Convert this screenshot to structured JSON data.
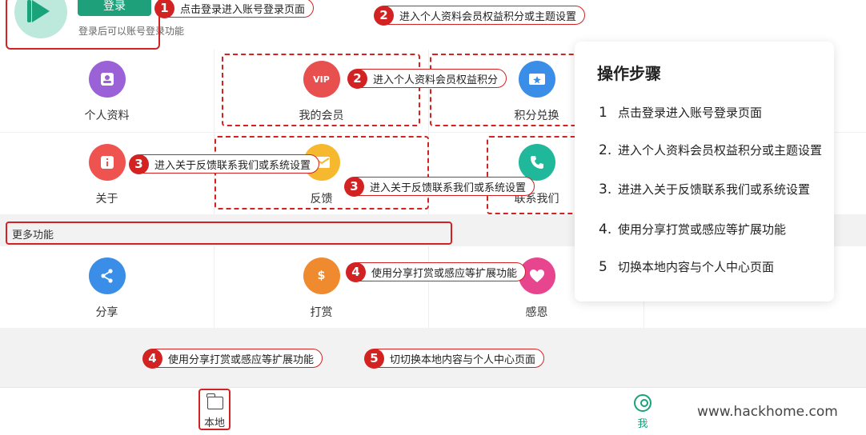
{
  "header": {
    "login_button": "登录",
    "login_hint": "登录后可以账号登录功能"
  },
  "grid": {
    "row1": [
      {
        "label": "个人资料",
        "icon": "profile-icon",
        "color": "#9a62d6"
      },
      {
        "label": "我的会员",
        "icon": "vip-icon",
        "color": "#e84f4f"
      },
      {
        "label": "积分兑换",
        "icon": "ticket-icon",
        "color": "#3b8ee8"
      }
    ],
    "row2": [
      {
        "label": "关于",
        "icon": "info-icon",
        "color": "#ef5350"
      },
      {
        "label": "反馈",
        "icon": "mail-icon",
        "color": "#f5b82e"
      },
      {
        "label": "联系我们",
        "icon": "phone-icon",
        "color": "#1fb89a"
      }
    ],
    "more_title": "更多功能",
    "row3": [
      {
        "label": "分享",
        "icon": "share-icon",
        "color": "#3b8ee8"
      },
      {
        "label": "打赏",
        "icon": "money-bag-icon",
        "color": "#f08a2e"
      },
      {
        "label": "感恩",
        "icon": "heart-icon",
        "color": "#e8458f"
      }
    ]
  },
  "bottom_nav": {
    "local": "本地",
    "me": "我"
  },
  "watermark": "www.hackhome.com",
  "callouts": {
    "c1": {
      "num": "1",
      "text": "点击登录进入账号登录页面"
    },
    "c2a": {
      "num": "2",
      "text": "进入个人资料会员权益积分或主题设置"
    },
    "c2b": {
      "num": "2",
      "text": "进入个人资料会员权益积分"
    },
    "c3a": {
      "num": "3",
      "text": "进入关于反馈联系我们或系统设置"
    },
    "c3b": {
      "num": "3",
      "text": "进入关于反馈联系我们或系统设置"
    },
    "c4a": {
      "num": "4",
      "text": "使用分享打赏或感应等扩展功能"
    },
    "c4b": {
      "num": "4",
      "text": "使用分享打赏或感应等扩展功能"
    },
    "c5": {
      "num": "5",
      "text": "切切换本地内容与个人中心页面"
    }
  },
  "steps": {
    "title": "操作步骤",
    "items": [
      {
        "n": "1",
        "text": "点击登录进入账号登录页面"
      },
      {
        "n": "2.",
        "text": "进入个人资料会员权益积分或主题设置"
      },
      {
        "n": "3.",
        "text": "进进入关于反馈联系我们或系统设置"
      },
      {
        "n": "4.",
        "text": "使用分享打赏或感应等扩展功能"
      },
      {
        "n": "5",
        "text": "切换本地内容与个人中心页面"
      }
    ]
  },
  "colors": {
    "accent": "#1aa37a",
    "annotation": "#d32222"
  }
}
